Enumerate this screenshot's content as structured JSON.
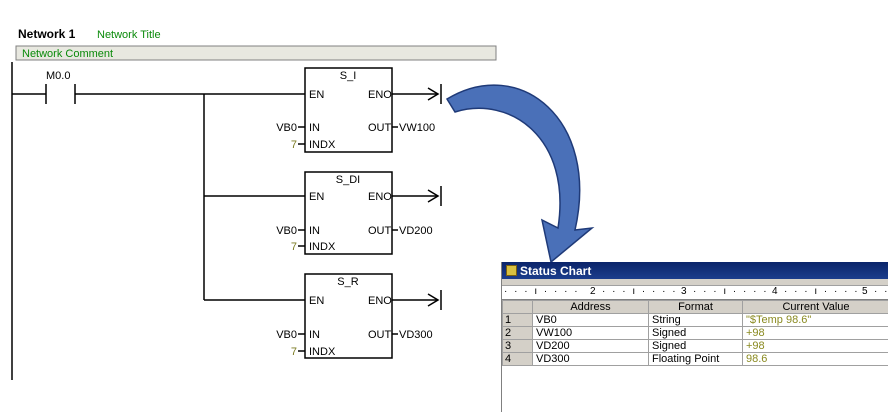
{
  "network": {
    "label": "Network 1",
    "title": "Network Title",
    "comment": "Network Comment"
  },
  "contact": {
    "address": "M0.0"
  },
  "blocks": [
    {
      "name": "S_I",
      "en": "EN",
      "eno": "ENO",
      "in_pin": "IN",
      "out_pin": "OUT",
      "indx_pin": "INDX",
      "in_value": "VB0",
      "indx_value": "7",
      "out_value": "VW100"
    },
    {
      "name": "S_DI",
      "en": "EN",
      "eno": "ENO",
      "in_pin": "IN",
      "out_pin": "OUT",
      "indx_pin": "INDX",
      "in_value": "VB0",
      "indx_value": "7",
      "out_value": "VD200"
    },
    {
      "name": "S_R",
      "en": "EN",
      "eno": "ENO",
      "in_pin": "IN",
      "out_pin": "OUT",
      "indx_pin": "INDX",
      "in_value": "VB0",
      "indx_value": "7",
      "out_value": "VD300"
    }
  ],
  "status_chart": {
    "title": "Status Chart",
    "ruler": [
      "2",
      "3",
      "4",
      "5"
    ],
    "headers": [
      "Address",
      "Format",
      "Current Value"
    ],
    "rows": [
      {
        "num": "1",
        "address": "VB0",
        "format": "String",
        "value": "\"$Temp 98.6\""
      },
      {
        "num": "2",
        "address": "VW100",
        "format": "Signed",
        "value": "+98"
      },
      {
        "num": "3",
        "address": "VD200",
        "format": "Signed",
        "value": "+98"
      },
      {
        "num": "4",
        "address": "VD300",
        "format": "Floating Point",
        "value": "98.6"
      }
    ]
  },
  "colors": {
    "arrow": "#4a70b8",
    "title_green": "#0a8a0a",
    "value_olive": "#8a8a20"
  }
}
